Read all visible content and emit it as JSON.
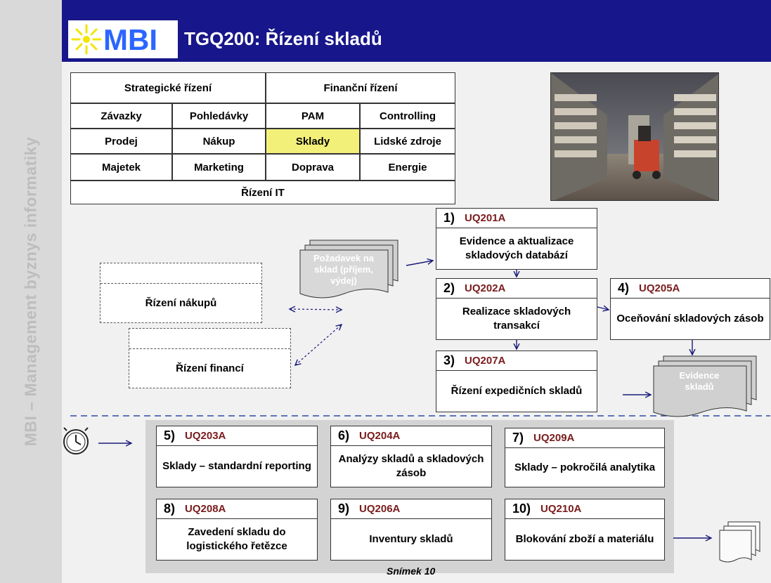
{
  "sidebar": {
    "text": "MBI – Management byznys informatiky"
  },
  "header": {
    "logo_text": "MBI",
    "title": "TGQ200: Řízení skladů"
  },
  "matrix": {
    "strategic": "Strategické řízení",
    "financial": "Finanční řízení",
    "rows": [
      [
        "Závazky",
        "Pohledávky",
        "PAM",
        "Controlling"
      ],
      [
        "Prodej",
        "Nákup",
        "Sklady",
        "Lidské zdroje"
      ],
      [
        "Majetek",
        "Marketing",
        "Doprava",
        "Energie"
      ]
    ],
    "it": "Řízení IT",
    "highlighted": "Sklady",
    "highlight_color": "#f3f07a"
  },
  "diagram": {
    "purchasing": "Řízení nákupů",
    "finance": "Řízení financí",
    "request_doc": "Požadavek na sklad (příjem, výdej)",
    "evidence_doc": "Evidence skladů",
    "steps": [
      {
        "num": "1)",
        "code": "UQ201A",
        "text": "Evidence a aktualizace skladových databází"
      },
      {
        "num": "2)",
        "code": "UQ202A",
        "text": "Realizace skladových transakcí"
      },
      {
        "num": "3)",
        "code": "UQ207A",
        "text": "Řízení expedičních skladů"
      },
      {
        "num": "4)",
        "code": "UQ205A",
        "text": "Oceňování skladových zásob"
      }
    ]
  },
  "periodic": [
    {
      "num": "5)",
      "code": "UQ203A",
      "text": "Sklady – standardní reporting"
    },
    {
      "num": "6)",
      "code": "UQ204A",
      "text": "Analýzy skladů a skladových zásob"
    },
    {
      "num": "7)",
      "code": "UQ209A",
      "text": "Sklady – pokročilá analytika"
    },
    {
      "num": "8)",
      "code": "UQ208A",
      "text": "Zavedení skladu do logistického řetězce"
    },
    {
      "num": "9)",
      "code": "UQ206A",
      "text": "Inventury skladů"
    },
    {
      "num": "10)",
      "code": "UQ210A",
      "text": "Blokování zboží a materiálu"
    }
  ],
  "icons": {
    "clock": "clock-icon",
    "photo": "warehouse-photo",
    "logo": "sun-icon"
  },
  "colors": {
    "title_bar": "#17168a",
    "code": "#7a1c1c",
    "arrow": "#1a1a7a",
    "doc": "#d0d0d0"
  },
  "footer": "Snímek 10"
}
